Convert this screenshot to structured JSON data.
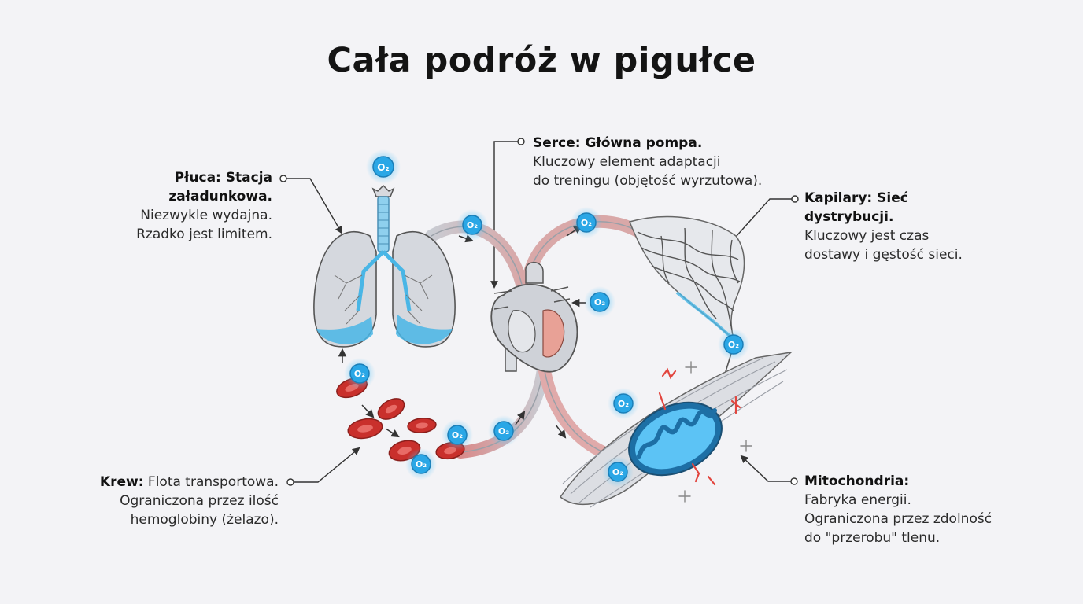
{
  "title": "Cała podróż w pigułce",
  "colors": {
    "background": "#f3f3f6",
    "oxygen": "#2aa7e6",
    "blood": "#c9302c",
    "organ_gray": "#c9ccd3",
    "accent_blue": "#3aa7dc"
  },
  "oxygen_label": "O₂",
  "labels": {
    "pluca": {
      "title": "Płuca: Stacja załadunkowa.",
      "lines": [
        "Niezwykle wydajna.",
        "Rzadko jest limitem."
      ]
    },
    "serce": {
      "title": "Serce: Główna pompa.",
      "lines": [
        "Kluczowy element adaptacji",
        "do treningu (objętość wyrzutowa)."
      ]
    },
    "kapilary": {
      "title": "Kapilary: Sieć dystrybucji.",
      "lines": [
        "Kluczowy jest czas",
        "dostawy i gęstość sieci."
      ]
    },
    "krew": {
      "title": "Krew:",
      "lines": [
        "Flota transportowa.",
        "Ograniczona przez ilość",
        "hemoglobiny (żelazo)."
      ]
    },
    "mitochondria": {
      "title": "Mitochondria:",
      "lines": [
        "Fabryka energii.",
        "Ograniczona przez zdolność",
        "do \"przerobu\" tlenu."
      ]
    }
  }
}
